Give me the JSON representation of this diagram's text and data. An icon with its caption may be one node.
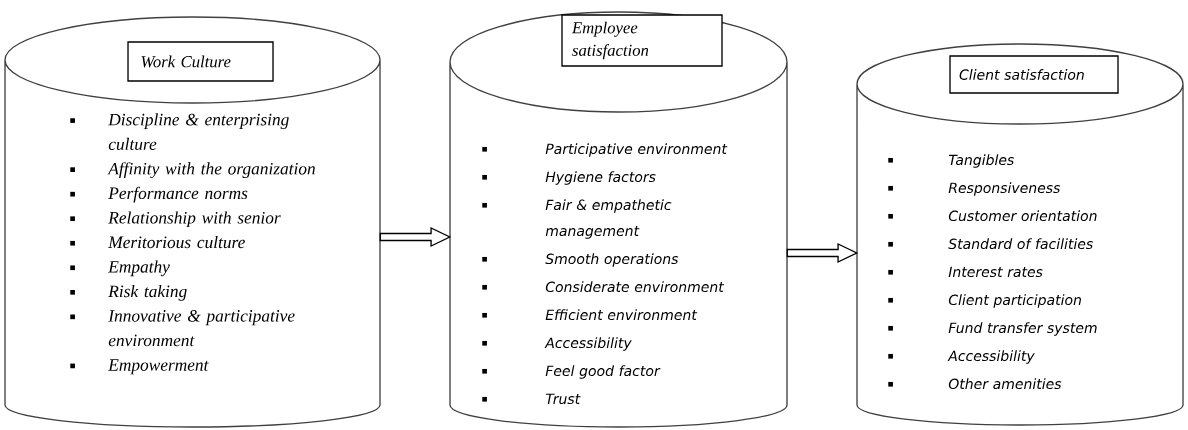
{
  "diagram": {
    "nodes": [
      {
        "text": [
          "Discipline & enterprising culture",
          "Affinity with the organization",
          "Performance norms",
          "Relationship with senior",
          "Meritorious culture",
          "Empathy",
          "Risk taking",
          "Innovative & participative environment",
          "Empowerment"
        ]
      },
      {
        "text": [
          "Work Culture"
        ],
        "in": 0
      },
      {
        "text": [
          "Participative environment",
          "Hygiene factors",
          "Fair & empathetic management",
          "Smooth operations",
          "Considerate environment",
          "Efficient environment",
          "Accessibility",
          "Feel good factor",
          "Trust"
        ]
      },
      {
        "text": [
          "Employee satisfaction"
        ],
        "in": 2
      },
      {
        "text": [
          "Tangibles",
          "Responsiveness",
          "Customer orientation",
          "Standard of facilities",
          "Interest rates",
          "Client participation",
          "Fund transfer system",
          "Accessibility",
          "Other amenities"
        ]
      },
      {
        "text": [
          "Client satisfaction"
        ],
        "in": 4
      }
    ],
    "edges": [
      {
        "from": 0,
        "to": 2,
        "arrow": "to"
      },
      {
        "from": 2,
        "to": 4,
        "arrow": "to"
      }
    ]
  }
}
